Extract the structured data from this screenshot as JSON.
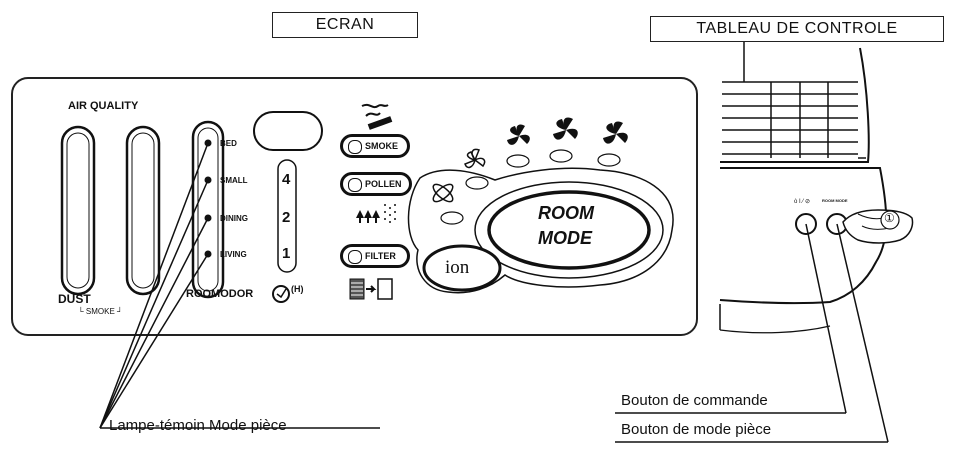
{
  "titles": {
    "screen": "ECRAN",
    "control_panel": "TABLEAU DE CONTROLE"
  },
  "display": {
    "air_quality": "AIR QUALITY",
    "dust": "DUST",
    "smoke_sub": "└ SMOKE ┘",
    "room_levels": [
      "BED",
      "SMALL",
      "DINING",
      "LIVING"
    ],
    "room_numbers": [
      "4",
      "2",
      "1"
    ],
    "roomodor": "ROOMODOR",
    "hour_mark": "(H)",
    "buttons": {
      "smoke": "SMOKE",
      "pollen": "POLLEN",
      "filter": "FILTER"
    },
    "room_mode_line1": "ROOM",
    "room_mode_line2": "MODE",
    "ion": "ion"
  },
  "control_panel": {
    "button_marker": "①",
    "button_label_left": "ȯ I ⁄ ⊘",
    "button_label_right": "ROOM MODE"
  },
  "callouts": {
    "room_mode_lamp": "Lampe-témoin Mode pièce",
    "command_button": "Bouton de commande",
    "room_mode_button": "Bouton de mode pièce"
  }
}
